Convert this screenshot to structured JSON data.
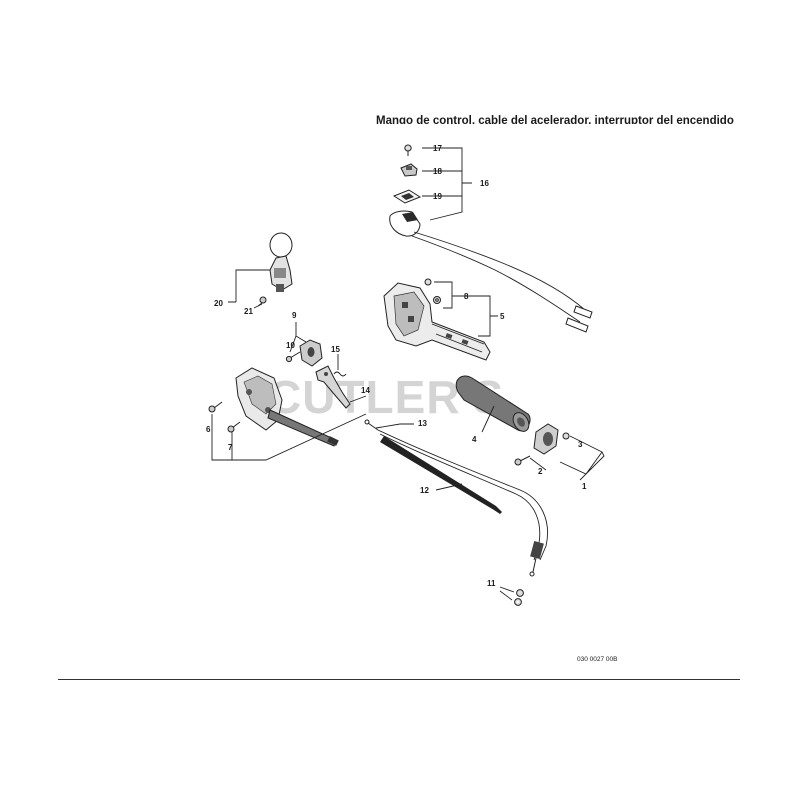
{
  "diagram": {
    "title": "Mango de control, cable del acelerador, interruptor del encendido",
    "watermark": "CUTLER'S",
    "drawing_code": "030 0027 00B",
    "callouts": {
      "c1": "1",
      "c2": "2",
      "c3": "3",
      "c4": "4",
      "c5": "5",
      "c6": "6",
      "c7": "7",
      "c8": "8",
      "c9": "9",
      "c10": "10",
      "c11": "11",
      "c12": "12",
      "c13": "13",
      "c14": "14",
      "c15": "15",
      "c16": "16",
      "c17": "17",
      "c18": "18",
      "c19": "19",
      "c20": "20",
      "c21": "21"
    }
  }
}
